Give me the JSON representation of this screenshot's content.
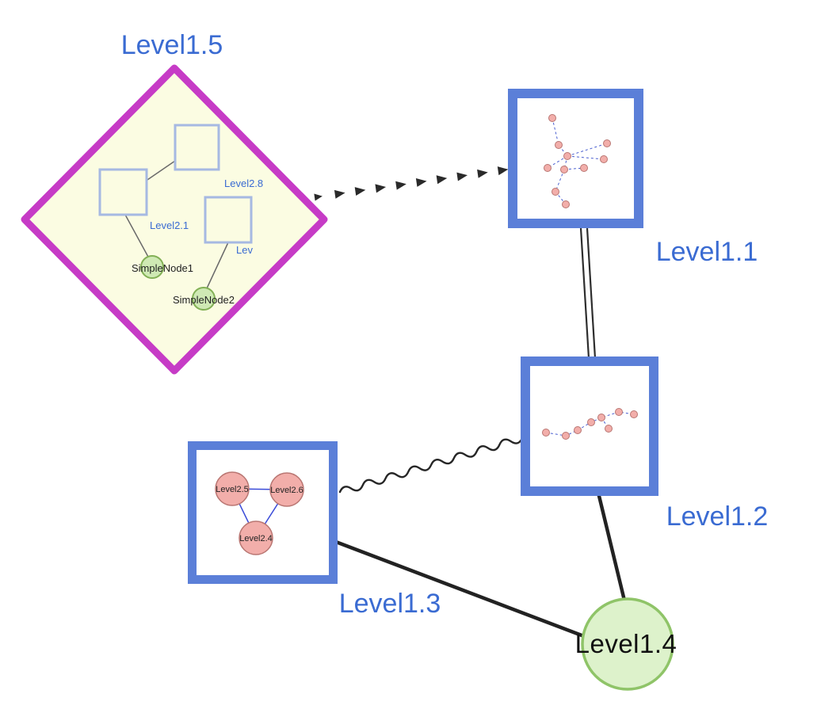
{
  "nodes": {
    "level15": {
      "label": "Level1.5",
      "type": "group-diamond"
    },
    "level11": {
      "label": "Level1.1",
      "type": "group-box"
    },
    "level12": {
      "label": "Level1.2",
      "type": "group-box"
    },
    "level13": {
      "label": "Level1.3",
      "type": "group-box"
    },
    "level14": {
      "label": "Level1.4",
      "type": "circle"
    }
  },
  "level15_children": {
    "square_top_label": "Level2.8",
    "square_left_label": "Level2.1",
    "square_right_label": "Lev",
    "simple_node_1": "SimpleNode1",
    "simple_node_2": "SimpleNode2"
  },
  "level13_children": {
    "node_a": "Level2.5",
    "node_b": "Level2.6",
    "node_c": "Level2.4"
  },
  "edges": [
    {
      "from": "Level1.5",
      "to": "Level1.1",
      "style": "dashed-arrowheads"
    },
    {
      "from": "Level1.1",
      "to": "Level1.2",
      "style": "double-line"
    },
    {
      "from": "Level1.3",
      "to": "Level1.2",
      "style": "wavy"
    },
    {
      "from": "Level1.3",
      "to": "Level1.4",
      "style": "solid-thick"
    },
    {
      "from": "Level1.2",
      "to": "Level1.4",
      "style": "solid-thick"
    }
  ],
  "colors": {
    "label_blue": "#3a6bd2",
    "box_border_blue": "#5b7fd8",
    "inner_square_border": "#a6b9e2",
    "diamond_border": "#c63bc6",
    "diamond_fill": "#fbfce2",
    "green_node_fill": "#cfe9b4",
    "green_node_border": "#82b055",
    "level14_fill": "#ddf2cb",
    "level14_border": "#8fc468",
    "pink_node_fill": "#f2aeaa",
    "pink_node_border": "#b97672",
    "mini_edge_blue": "#4a5fd0",
    "edge_black": "#222222"
  }
}
